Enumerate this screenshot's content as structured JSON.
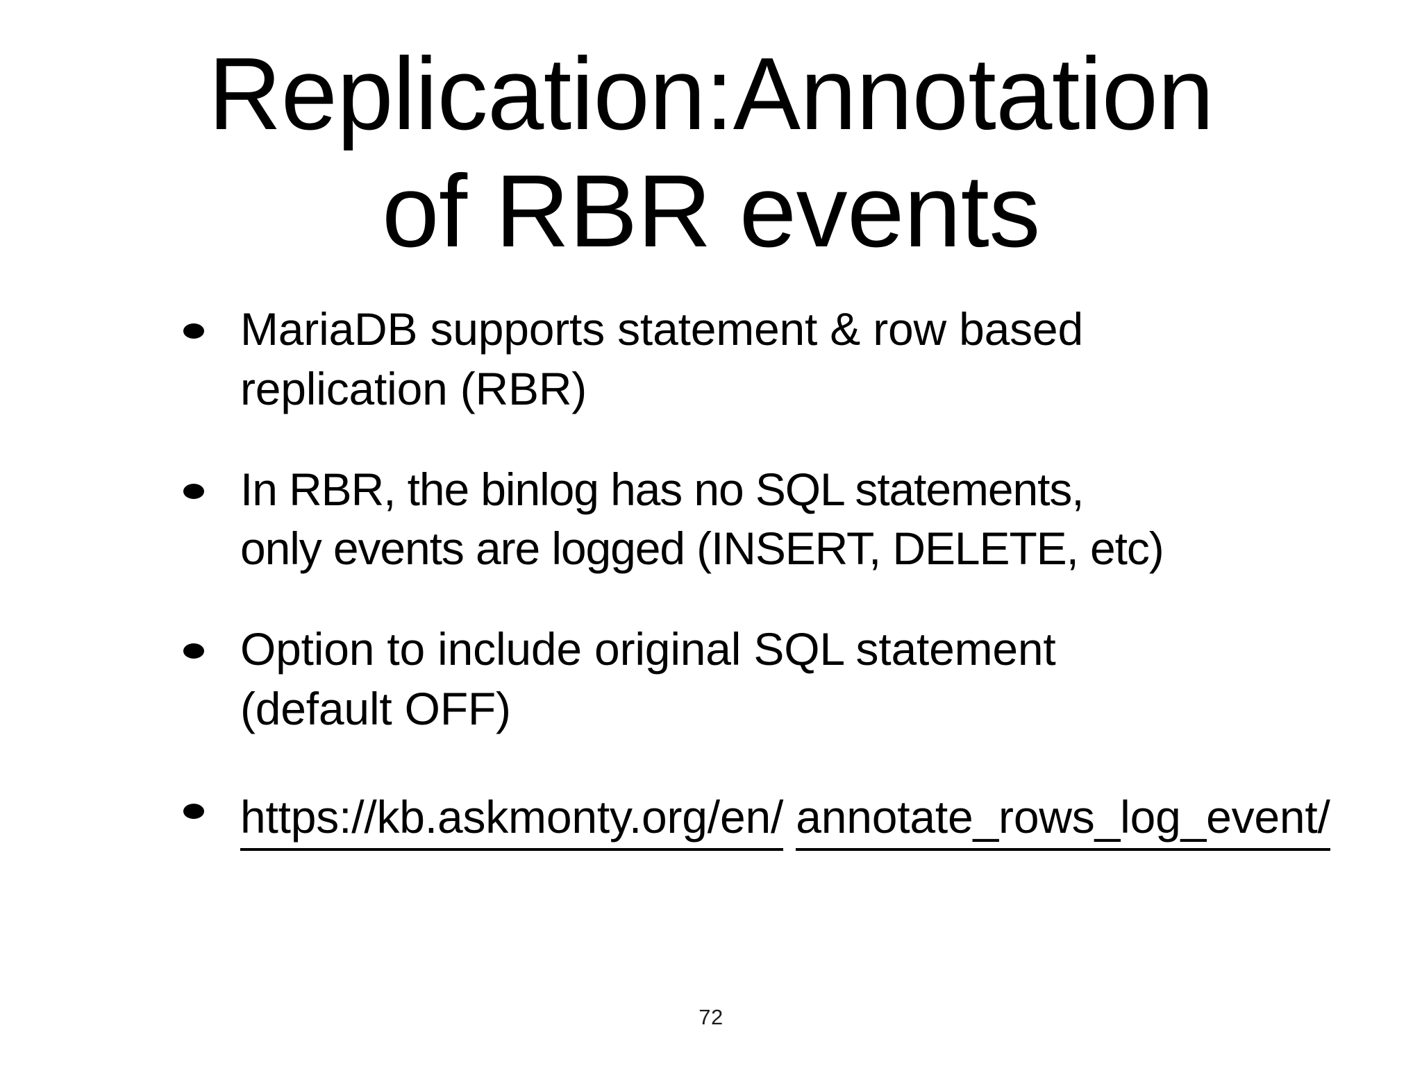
{
  "slide": {
    "background_color": "#ffffff",
    "text_color": "#000000",
    "title": {
      "full": "Replication: Annotation of RBR events",
      "line1": "Replication:Annotation",
      "line2": "of RBR events"
    },
    "bullets": [
      {
        "marker": "bullet-oval",
        "text": "MariaDB supports statement & row based replication (RBR)",
        "lines": [
          "MariaDB supports statement & row based",
          "replication (RBR)"
        ],
        "is_link": false
      },
      {
        "marker": "bullet-oval",
        "text": "In RBR, the binlog has no SQL statements, only events are logged (INSERT, DELETE, etc)",
        "lines": [
          "In RBR, the binlog has no SQL statements,",
          "only events are logged (INSERT, DELETE, etc)"
        ],
        "is_link": false
      },
      {
        "marker": "bullet-oval",
        "text": "Option to include original SQL statement (default OFF)",
        "lines": [
          "Option to include original SQL statement",
          "(default OFF)"
        ],
        "is_link": false
      },
      {
        "marker": "bullet-oval",
        "text": "https://kb.askmonty.org/en/annotate_rows_log_event/",
        "lines": [
          "https://kb.askmonty.org/en/",
          "annotate_rows_log_event/"
        ],
        "is_link": true
      }
    ],
    "page_number": "72"
  }
}
